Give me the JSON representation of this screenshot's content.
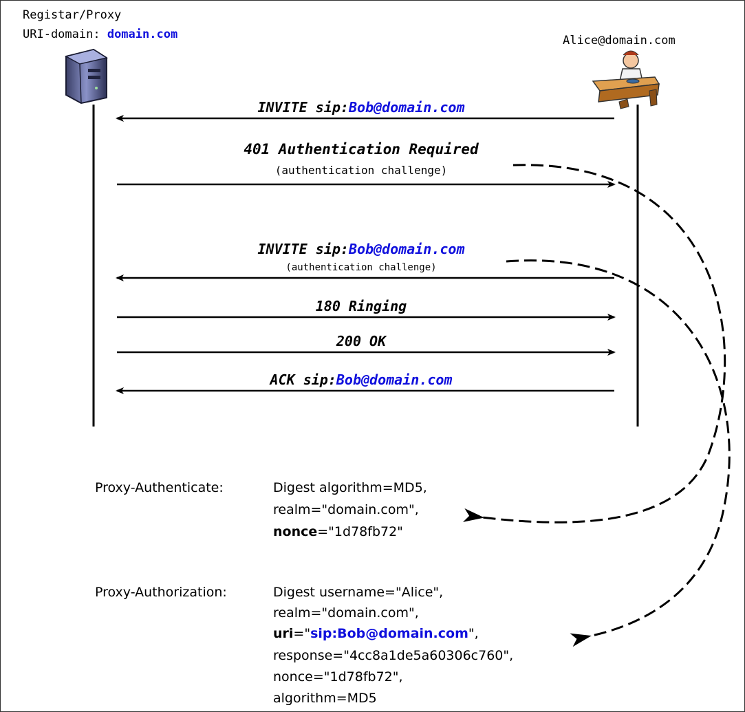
{
  "proxy": {
    "title": "Registar/Proxy",
    "domain_prefix": "URI-domain: ",
    "domain_value": "domain.com"
  },
  "alice": {
    "address": "Alice@domain.com"
  },
  "messages": [
    {
      "prefix": "INVITE sip:",
      "target": "Bob@domain.com",
      "direction": "left"
    },
    {
      "text": "401 Authentication Required",
      "note": "(authentication challenge)",
      "direction": "right"
    },
    {
      "prefix": "INVITE sip:",
      "target": "Bob@domain.com",
      "note": "(authentication challenge)",
      "direction": "left"
    },
    {
      "text": "180 Ringing",
      "direction": "right"
    },
    {
      "text": "200 OK",
      "direction": "right"
    },
    {
      "prefix": "ACK sip:",
      "target": "Bob@domain.com",
      "direction": "left"
    }
  ],
  "headers": {
    "authenticate": {
      "name": "Proxy-Authenticate:",
      "line1": "Digest algorithm=MD5,",
      "line2": "realm=\"domain.com\",",
      "line3_key": "nonce",
      "line3_val": "=\"1d78fb72\""
    },
    "authorization": {
      "name": "Proxy-Authorization:",
      "line1": "Digest username=\"Alice\",",
      "line2": "realm=\"domain.com\",",
      "line3_key": "uri",
      "line3_eq": "=\"",
      "line3_val": "sip:Bob@domain.com",
      "line3_end": "\",",
      "line4": "response=\"4cc8a1de5a60306c760\",",
      "line5": "nonce=\"1d78fb72\",",
      "line6": "algorithm=MD5"
    }
  }
}
